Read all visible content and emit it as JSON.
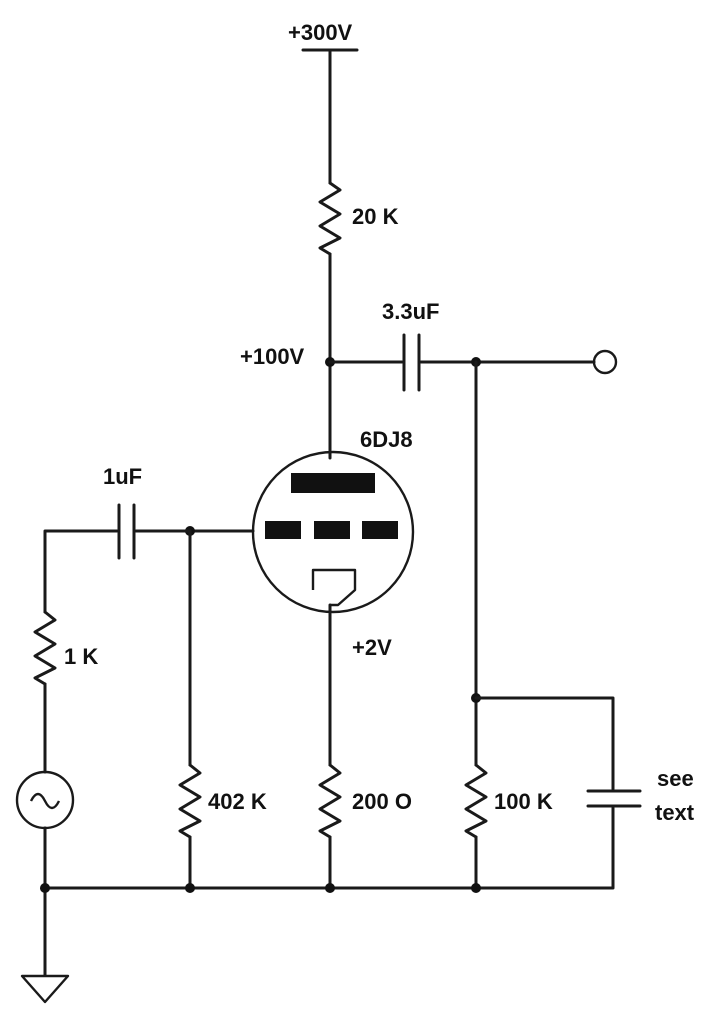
{
  "labels": {
    "supply": "+300V",
    "plate_resistor": "20 K",
    "output_cap": "3.3uF",
    "plate_voltage": "+100V",
    "tube": "6DJ8",
    "input_cap": "1uF",
    "source_resistor": "1 K",
    "cathode_voltage": "+2V",
    "grid_resistor": "402 K",
    "cathode_resistor": "200 O",
    "load_resistor": "100 K",
    "note_line1": "see",
    "note_line2": "text"
  },
  "colors": {
    "ink": "#111111",
    "background": "#ffffff"
  }
}
